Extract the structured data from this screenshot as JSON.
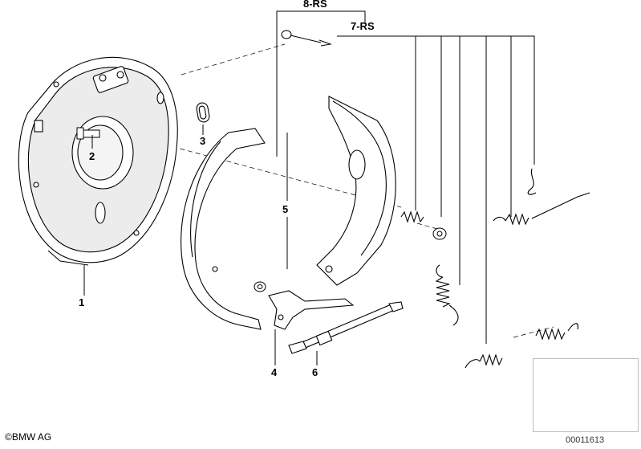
{
  "callouts": {
    "c1": "1",
    "c2": "2",
    "c3": "3",
    "c4": "4",
    "c5": "5",
    "c6": "6",
    "c7rs": "7-RS",
    "c8rs": "8-RS"
  },
  "footer": {
    "copyright_symbol": "©",
    "copyright_text": "BMW AG",
    "image_code": "00011613"
  },
  "colors": {
    "line": "#000000",
    "shading": "#d9d9d9",
    "thumb_border": "#bdbdbd",
    "marker": "#000000"
  }
}
